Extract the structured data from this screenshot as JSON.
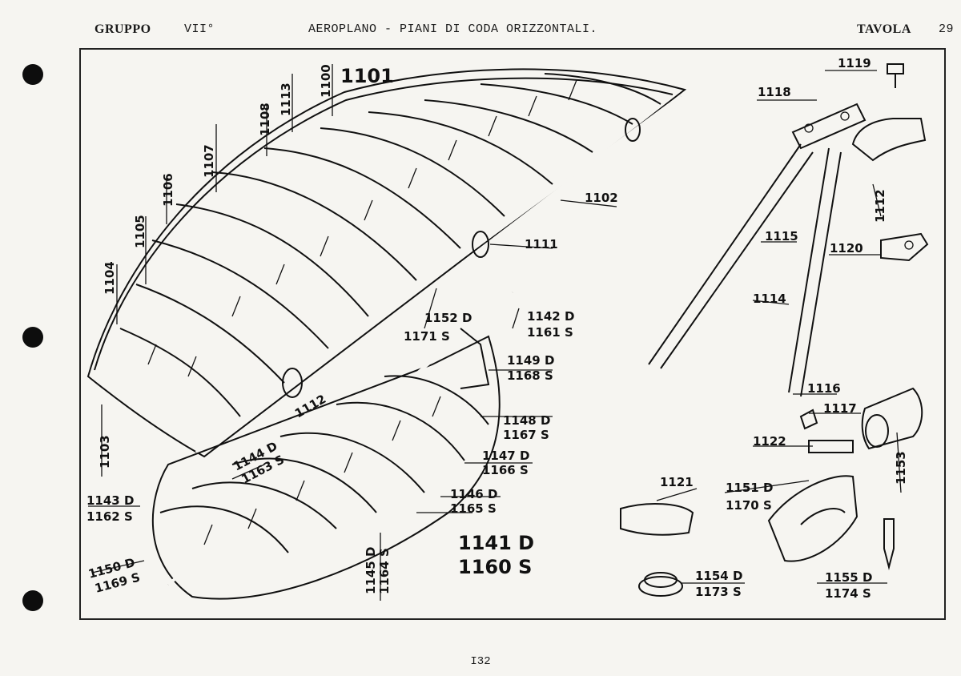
{
  "header": {
    "group_label": "GRUPPO",
    "group_number": "VII°",
    "title": "AEROPLANO  -  PIANI DI CODA ORIZZONTALI.",
    "table_label": "TAVOLA",
    "table_number": "29"
  },
  "footer": {
    "page_number": "I32"
  },
  "parts": [
    "1101",
    "1100",
    "1113",
    "1108",
    "1107",
    "1106",
    "1105",
    "1104",
    "1103",
    "1102",
    "1111",
    "1112",
    "1152 D",
    "1171 S",
    "1142 D",
    "1161 S",
    "1149 D",
    "1168 S",
    "1148 D",
    "1167 S",
    "1147 D",
    "1166 S",
    "1146 D",
    "1165 S",
    "1144 D",
    "1163 S",
    "1143 D",
    "1162 S",
    "1150 D",
    "1169 S",
    "1145 D",
    "1164 S",
    "1141 D",
    "1160 S",
    "1119",
    "1118",
    "1112",
    "1115",
    "1120",
    "1114",
    "1116",
    "1117",
    "1122",
    "1153",
    "1121",
    "1151 D",
    "1170 S",
    "1154 D",
    "1173 S",
    "1155 D",
    "1174 S"
  ]
}
